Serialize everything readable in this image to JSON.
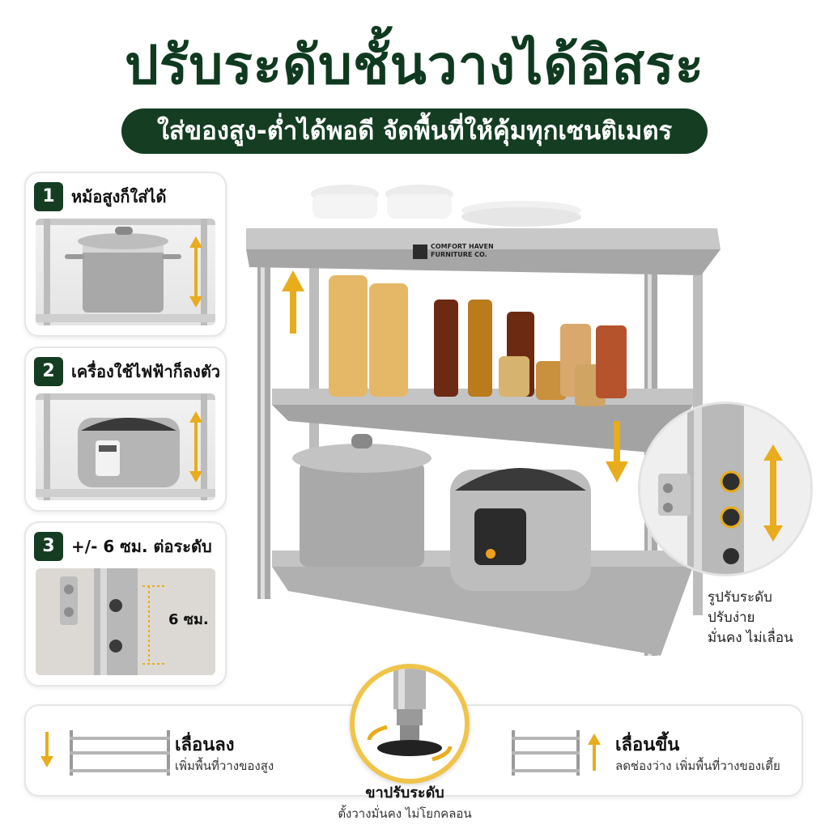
{
  "header": {
    "title": "ปรับระดับชั้นวางได้อิสระ",
    "subtitle": "ใส่ของสูง-ต่ำได้พอดี จัดพื้นที่ให้คุ้มทุกเซนติเมตร"
  },
  "cards": [
    {
      "number": "1",
      "label": "หม้อสูงก็ใส่ได้"
    },
    {
      "number": "2",
      "label": "เครื่องใช้ไฟฟ้าก็ลงตัว"
    },
    {
      "number": "3",
      "label": "+/- 6 ซม. ต่อระดับ",
      "measure": "6 ซม."
    }
  ],
  "brand": {
    "logo_text": "COMFORT HAVEN",
    "logo_sub": "FURNITURE CO."
  },
  "callout": {
    "line1": "รูปรับระดับ",
    "line2": "ปรับง่าย",
    "line3": "มั่นคง ไม่เลื่อน"
  },
  "bottom": {
    "left_title": "เลื่อนลง",
    "left_sub": "เพิ่มพื้นที่วางของสูง",
    "foot_title": "ขาปรับระดับ",
    "foot_sub": "ตั้งวางมั่นคง ไม่โยกคลอน",
    "right_title": "เลื่อนขึ้น",
    "right_sub": "ลดช่องว่าง เพิ่มพื้นที่วางของเตี้ย"
  },
  "colors": {
    "brand_green": "#143d22",
    "accent_gold": "#e8ac1c"
  }
}
